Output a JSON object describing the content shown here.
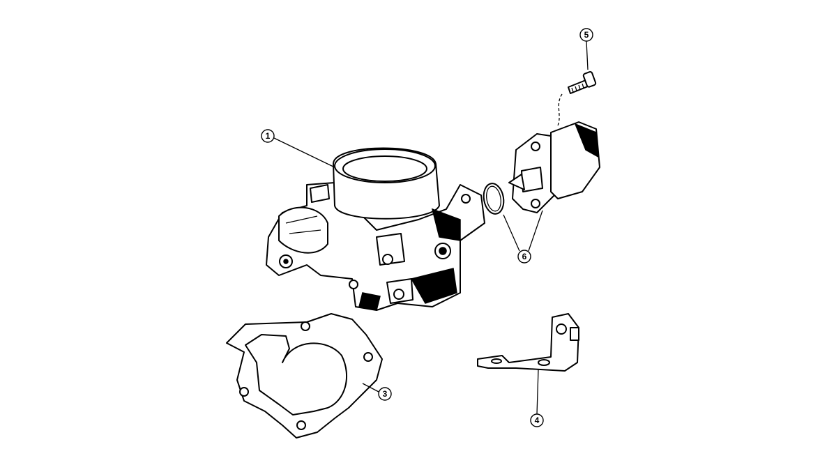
{
  "diagram": {
    "callouts": [
      {
        "id": "1"
      },
      {
        "id": "3"
      },
      {
        "id": "4"
      },
      {
        "id": "5"
      },
      {
        "id": "6"
      }
    ]
  }
}
